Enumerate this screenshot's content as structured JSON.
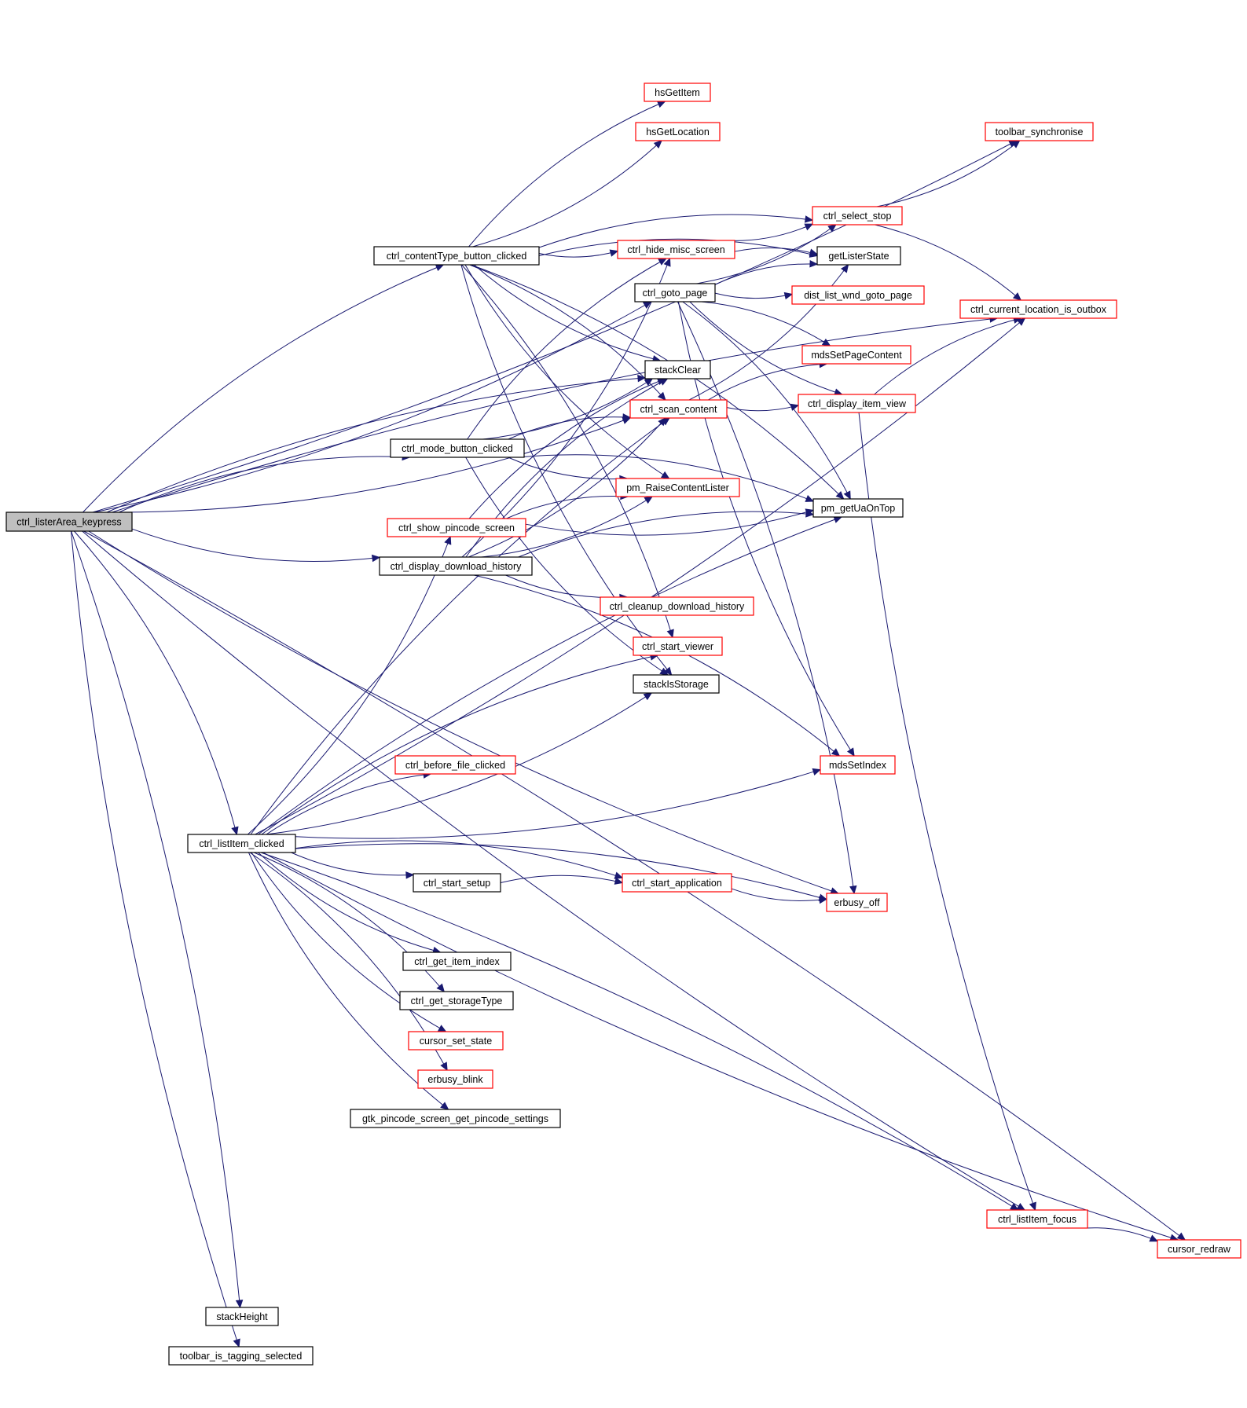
{
  "colors": {
    "edge": "#191970",
    "red_border": "#ff0000",
    "black_border": "#000000",
    "root_fill": "#bfbfbf",
    "background": "#ffffff"
  },
  "nodes": [
    {
      "id": "root",
      "label": "ctrl_listerArea_keypress",
      "border": "black",
      "filled": true
    },
    {
      "id": "contentType",
      "label": "ctrl_contentType_button_clicked",
      "border": "black"
    },
    {
      "id": "hsGetItem",
      "label": "hsGetItem",
      "border": "red"
    },
    {
      "id": "hsGetLocation",
      "label": "hsGetLocation",
      "border": "red"
    },
    {
      "id": "toolbarSync",
      "label": "toolbar_synchronise",
      "border": "red"
    },
    {
      "id": "selectStop",
      "label": "ctrl_select_stop",
      "border": "red"
    },
    {
      "id": "hideMisc",
      "label": "ctrl_hide_misc_screen",
      "border": "red"
    },
    {
      "id": "getListerState",
      "label": "getListerState",
      "border": "black"
    },
    {
      "id": "gotoPage",
      "label": "ctrl_goto_page",
      "border": "black"
    },
    {
      "id": "distGoto",
      "label": "dist_list_wnd_goto_page",
      "border": "red"
    },
    {
      "id": "isOutbox",
      "label": "ctrl_current_location_is_outbox",
      "border": "red"
    },
    {
      "id": "mdsSetPage",
      "label": "mdsSetPageContent",
      "border": "red"
    },
    {
      "id": "stackClear",
      "label": "stackClear",
      "border": "black"
    },
    {
      "id": "scanContent",
      "label": "ctrl_scan_content",
      "border": "red"
    },
    {
      "id": "displayItem",
      "label": "ctrl_display_item_view",
      "border": "red"
    },
    {
      "id": "modeButton",
      "label": "ctrl_mode_button_clicked",
      "border": "black"
    },
    {
      "id": "raiseLister",
      "label": "pm_RaiseContentLister",
      "border": "red"
    },
    {
      "id": "pincode",
      "label": "ctrl_show_pincode_screen",
      "border": "red"
    },
    {
      "id": "uaOnTop",
      "label": "pm_getUaOnTop",
      "border": "black"
    },
    {
      "id": "downloadHist",
      "label": "ctrl_display_download_history",
      "border": "black"
    },
    {
      "id": "cleanupHist",
      "label": "ctrl_cleanup_download_history",
      "border": "red"
    },
    {
      "id": "startViewer",
      "label": "ctrl_start_viewer",
      "border": "red"
    },
    {
      "id": "stackIsStorage",
      "label": "stackIsStorage",
      "border": "black"
    },
    {
      "id": "beforeFile",
      "label": "ctrl_before_file_clicked",
      "border": "red"
    },
    {
      "id": "mdsSetIndex",
      "label": "mdsSetIndex",
      "border": "red"
    },
    {
      "id": "listItemClicked",
      "label": "ctrl_listItem_clicked",
      "border": "black"
    },
    {
      "id": "startSetup",
      "label": "ctrl_start_setup",
      "border": "black"
    },
    {
      "id": "startApp",
      "label": "ctrl_start_application",
      "border": "red"
    },
    {
      "id": "erbusyOff",
      "label": "erbusy_off",
      "border": "red"
    },
    {
      "id": "getItemIndex",
      "label": "ctrl_get_item_index",
      "border": "black"
    },
    {
      "id": "getStorageType",
      "label": "ctrl_get_storageType",
      "border": "black"
    },
    {
      "id": "cursorSetState",
      "label": "cursor_set_state",
      "border": "red"
    },
    {
      "id": "erbusyBlink",
      "label": "erbusy_blink",
      "border": "red"
    },
    {
      "id": "gtkPincode",
      "label": "gtk_pincode_screen_get_pincode_settings",
      "border": "black"
    },
    {
      "id": "listItemFocus",
      "label": "ctrl_listItem_focus",
      "border": "red"
    },
    {
      "id": "cursorRedraw",
      "label": "cursor_redraw",
      "border": "red"
    },
    {
      "id": "stackHeight",
      "label": "stackHeight",
      "border": "black"
    },
    {
      "id": "toolbarTagging",
      "label": "toolbar_is_tagging_selected",
      "border": "black"
    }
  ],
  "edges": [
    [
      "root",
      "contentType"
    ],
    [
      "root",
      "gotoPage"
    ],
    [
      "root",
      "stackClear"
    ],
    [
      "root",
      "scanContent"
    ],
    [
      "root",
      "modeButton"
    ],
    [
      "root",
      "downloadHist"
    ],
    [
      "root",
      "listItemClicked"
    ],
    [
      "root",
      "toolbarSync"
    ],
    [
      "root",
      "isOutbox"
    ],
    [
      "root",
      "listItemFocus"
    ],
    [
      "root",
      "cursorRedraw"
    ],
    [
      "root",
      "erbusyOff"
    ],
    [
      "root",
      "stackHeight"
    ],
    [
      "root",
      "toolbarTagging"
    ],
    [
      "contentType",
      "hsGetItem"
    ],
    [
      "contentType",
      "hsGetLocation"
    ],
    [
      "contentType",
      "selectStop"
    ],
    [
      "contentType",
      "hideMisc"
    ],
    [
      "contentType",
      "getListerState"
    ],
    [
      "contentType",
      "stackClear"
    ],
    [
      "contentType",
      "scanContent"
    ],
    [
      "contentType",
      "raiseLister"
    ],
    [
      "contentType",
      "uaOnTop"
    ],
    [
      "contentType",
      "stackIsStorage"
    ],
    [
      "contentType",
      "startViewer"
    ],
    [
      "hideMisc",
      "selectStop"
    ],
    [
      "hideMisc",
      "getListerState"
    ],
    [
      "selectStop",
      "toolbarSync"
    ],
    [
      "selectStop",
      "isOutbox"
    ],
    [
      "gotoPage",
      "selectStop"
    ],
    [
      "gotoPage",
      "getListerState"
    ],
    [
      "gotoPage",
      "distGoto"
    ],
    [
      "gotoPage",
      "mdsSetPage"
    ],
    [
      "gotoPage",
      "displayItem"
    ],
    [
      "gotoPage",
      "uaOnTop"
    ],
    [
      "gotoPage",
      "mdsSetIndex"
    ],
    [
      "gotoPage",
      "erbusyOff"
    ],
    [
      "scanContent",
      "displayItem"
    ],
    [
      "scanContent",
      "mdsSetPage"
    ],
    [
      "scanContent",
      "getListerState"
    ],
    [
      "displayItem",
      "isOutbox"
    ],
    [
      "displayItem",
      "listItemFocus"
    ],
    [
      "modeButton",
      "hideMisc"
    ],
    [
      "modeButton",
      "stackClear"
    ],
    [
      "modeButton",
      "scanContent"
    ],
    [
      "modeButton",
      "raiseLister"
    ],
    [
      "modeButton",
      "uaOnTop"
    ],
    [
      "modeButton",
      "stackIsStorage"
    ],
    [
      "pincode",
      "raiseLister"
    ],
    [
      "pincode",
      "uaOnTop"
    ],
    [
      "pincode",
      "stackClear"
    ],
    [
      "downloadHist",
      "raiseLister"
    ],
    [
      "downloadHist",
      "uaOnTop"
    ],
    [
      "downloadHist",
      "cleanupHist"
    ],
    [
      "downloadHist",
      "stackClear"
    ],
    [
      "downloadHist",
      "scanContent"
    ],
    [
      "downloadHist",
      "mdsSetIndex"
    ],
    [
      "downloadHist",
      "hideMisc"
    ],
    [
      "listItemClicked",
      "scanContent"
    ],
    [
      "listItemClicked",
      "pincode"
    ],
    [
      "listItemClicked",
      "startViewer"
    ],
    [
      "listItemClicked",
      "stackIsStorage"
    ],
    [
      "listItemClicked",
      "uaOnTop"
    ],
    [
      "listItemClicked",
      "mdsSetIndex"
    ],
    [
      "listItemClicked",
      "beforeFile"
    ],
    [
      "listItemClicked",
      "isOutbox"
    ],
    [
      "listItemClicked",
      "startApp"
    ],
    [
      "listItemClicked",
      "startSetup"
    ],
    [
      "listItemClicked",
      "erbusyOff"
    ],
    [
      "listItemClicked",
      "getItemIndex"
    ],
    [
      "listItemClicked",
      "getStorageType"
    ],
    [
      "listItemClicked",
      "cursorSetState"
    ],
    [
      "listItemClicked",
      "erbusyBlink"
    ],
    [
      "listItemClicked",
      "gtkPincode"
    ],
    [
      "listItemClicked",
      "listItemFocus"
    ],
    [
      "listItemClicked",
      "cursorRedraw"
    ],
    [
      "startSetup",
      "startApp"
    ],
    [
      "startApp",
      "erbusyOff"
    ],
    [
      "listItemFocus",
      "cursorRedraw"
    ]
  ]
}
